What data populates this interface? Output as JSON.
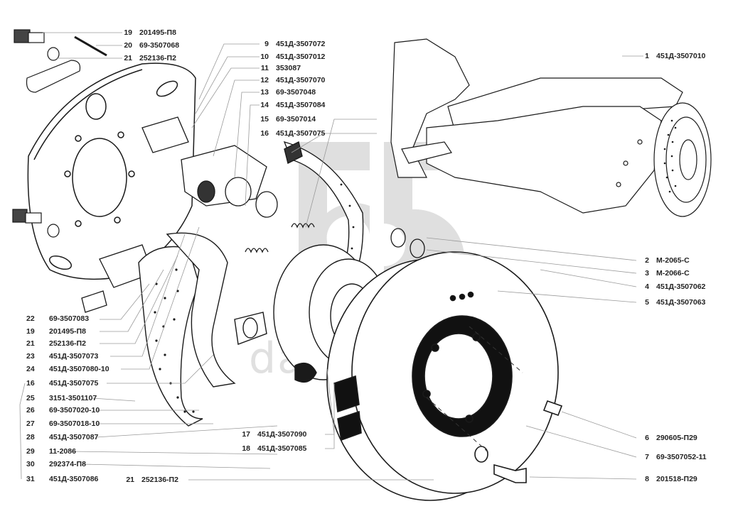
{
  "diagram": {
    "title": "Brake mechanism assembly — exploded view",
    "watermark": {
      "logo": "ББ",
      "text": "data-parts"
    },
    "colors": {
      "ink": "#1a1a1a",
      "leader": "#9a9a9a",
      "watermark": "#d9d9d9",
      "label": "#222222"
    }
  },
  "labels": {
    "top_left": [
      {
        "num": "19",
        "part": "201495-П8"
      },
      {
        "num": "20",
        "part": "69-3507068"
      },
      {
        "num": "21",
        "part": "252136-П2"
      }
    ],
    "top_center": [
      {
        "num": "9",
        "part": "451Д-3507072"
      },
      {
        "num": "10",
        "part": "451Д-3507012"
      },
      {
        "num": "11",
        "part": "353087"
      },
      {
        "num": "12",
        "part": "451Д-3507070"
      },
      {
        "num": "13",
        "part": "69-3507048"
      },
      {
        "num": "14",
        "part": "451Д-3507084"
      },
      {
        "num": "15",
        "part": "69-3507014"
      },
      {
        "num": "16",
        "part": "451Д-3507075"
      }
    ],
    "right": [
      {
        "num": "1",
        "part": "451Д-3507010"
      },
      {
        "num": "2",
        "part": "М-2065-С"
      },
      {
        "num": "3",
        "part": "М-2066-С"
      },
      {
        "num": "4",
        "part": "451Д-3507062"
      },
      {
        "num": "5",
        "part": "451Д-3507063"
      },
      {
        "num": "6",
        "part": "290605-П29"
      },
      {
        "num": "7",
        "part": "69-3507052-11"
      },
      {
        "num": "8",
        "part": "201518-П29"
      }
    ],
    "left": [
      {
        "num": "22",
        "part": "69-3507083"
      },
      {
        "num": "19",
        "part": "201495-П8"
      },
      {
        "num": "21",
        "part": "252136-П2"
      },
      {
        "num": "23",
        "part": "451Д-3507073"
      },
      {
        "num": "24",
        "part": "451Д-3507080-10"
      },
      {
        "num": "16",
        "part": "451Д-3507075"
      },
      {
        "num": "25",
        "part": "3151-3501107"
      },
      {
        "num": "26",
        "part": "69-3507020-10"
      },
      {
        "num": "27",
        "part": "69-3507018-10"
      },
      {
        "num": "28",
        "part": "451Д-3507087"
      },
      {
        "num": "29",
        "part": "11-2086"
      },
      {
        "num": "30",
        "part": "292374-П8"
      },
      {
        "num": "31",
        "part": "451Д-3507086"
      }
    ],
    "bottom_center": [
      {
        "num": "17",
        "part": "451Д-3507090"
      },
      {
        "num": "18",
        "part": "451Д-3507085"
      }
    ],
    "bottom_left": [
      {
        "num": "21",
        "part": "252136-П2"
      }
    ]
  }
}
